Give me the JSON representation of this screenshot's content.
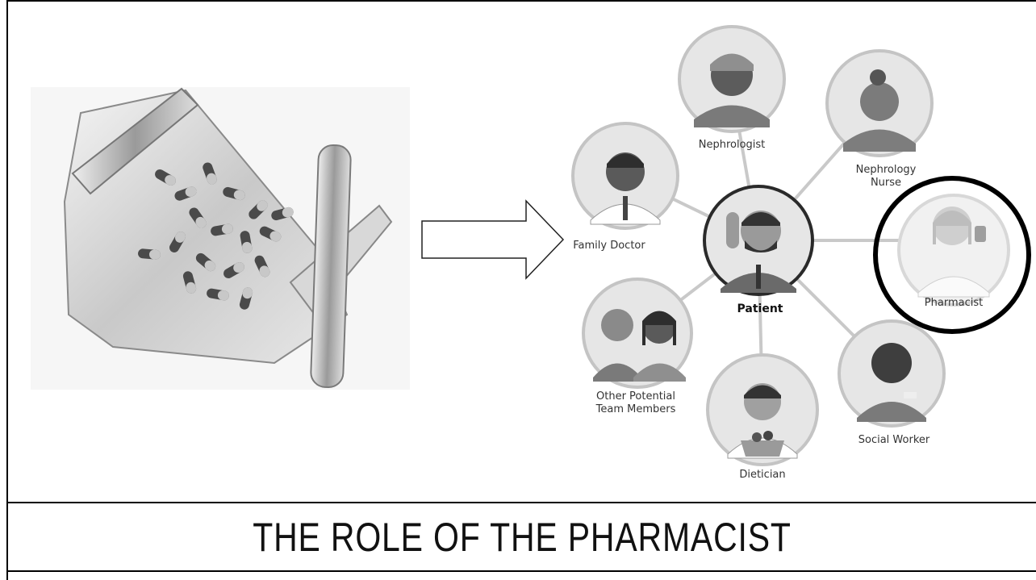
{
  "slide": {
    "title": "THE ROLE OF THE PHARMACIST"
  },
  "diagram": {
    "center": "Patient",
    "members": {
      "family_doctor": "Family Doctor",
      "nephrologist": "Nephrologist",
      "nephrology_nurse_line1": "Nephrology",
      "nephrology_nurse_line2": "Nurse",
      "pharmacist": "Pharmacist",
      "social_worker": "Social Worker",
      "dietician": "Dietician",
      "other_line1": "Other Potential",
      "other_line2": "Team Members"
    },
    "highlighted_member": "Pharmacist"
  },
  "images": {
    "left": "pill-counting-tray-with-capsules",
    "arrow": "right-arrow-outline"
  }
}
